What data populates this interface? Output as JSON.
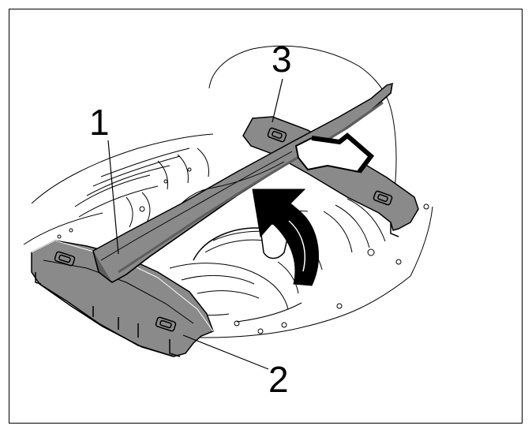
{
  "figure": {
    "callouts": [
      {
        "id": "1",
        "label": "1"
      },
      {
        "id": "2",
        "label": "2"
      },
      {
        "id": "3",
        "label": "3"
      }
    ],
    "colors": {
      "line": "#000000",
      "panel_fill": "#8a8a8a",
      "panel_dark": "#5e5e5e",
      "background": "#ffffff"
    }
  }
}
